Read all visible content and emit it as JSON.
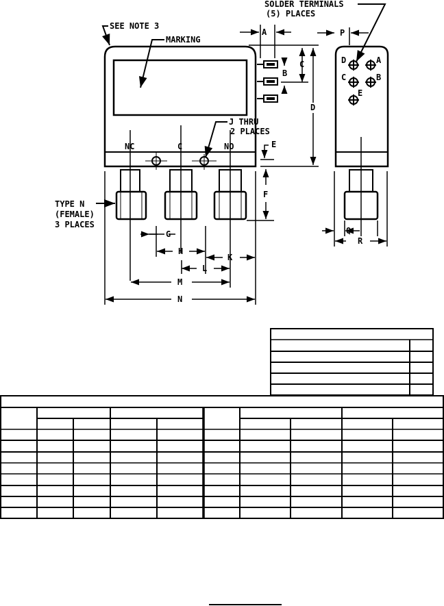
{
  "drawing": {
    "labels": {
      "see_note": "SEE NOTE 3",
      "marking": "MARKING",
      "solder_terminals_1": "SOLDER TERMINALS",
      "solder_terminals_2": "(5) PLACES",
      "j_thru_1": "J THRU",
      "j_thru_2": "2 PLACES",
      "type_n_1": "TYPE N",
      "type_n_2": "(FEMALE)",
      "type_n_3": "3 PLACES",
      "port_nc": "NC",
      "port_c": "C",
      "port_no": "NO"
    },
    "terminals": [
      "A",
      "B",
      "C",
      "D",
      "E"
    ],
    "dims": {
      "A": "A",
      "B": "B",
      "C": "C",
      "D": "D",
      "E": "E",
      "F": "F",
      "G": "G",
      "H": "H",
      "K": "K",
      "L": "L",
      "M": "M",
      "N": "N",
      "P": "P",
      "Q": "Q",
      "R": "R"
    }
  },
  "colors": {
    "ink": "#000000",
    "paper": "#ffffff"
  }
}
